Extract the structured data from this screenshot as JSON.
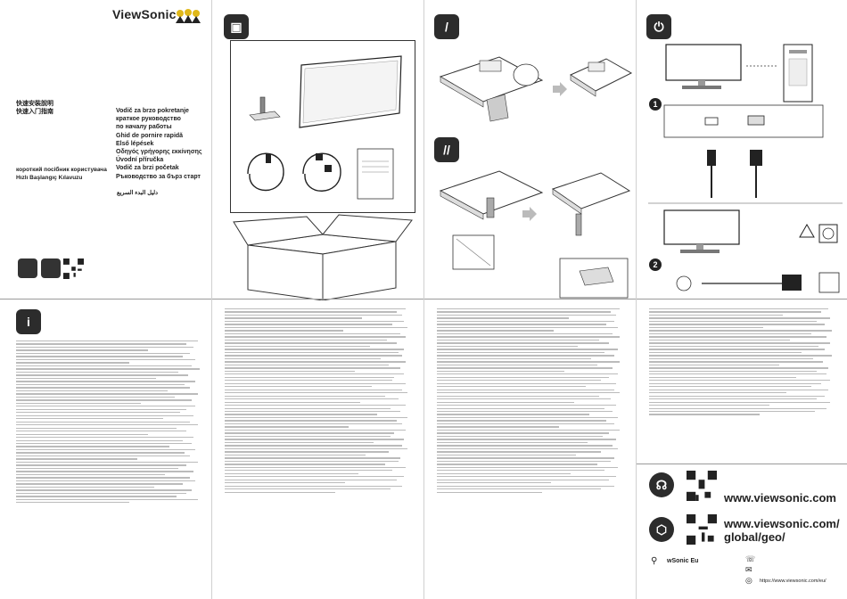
{
  "brand": {
    "name": "ViewSonic"
  },
  "titles_left": [
    "快速安裝說明",
    "快速入门指南"
  ],
  "titles_right": [
    "Vodič za brzo pokretanje",
    "краткое руководство",
    "по началу работы",
    "Ghid de pornire rapidă",
    "Első lépések",
    "Οδηγός γρήγορης εκκίνησης",
    "Úvodní příručka",
    "Vodič za brzi početak",
    "Ръководство за бърз старт"
  ],
  "titles_block2": [
    "короткий посібник користувача",
    "Hızlı Başlangıç Kılavuzu"
  ],
  "title_arabic": "دليل البدء السريع",
  "info_icon": "i",
  "connect_numbers": [
    "1",
    "2"
  ],
  "website": {
    "main": "www.viewsonic.com",
    "geo_line1": "www.viewsonic.com/",
    "geo_line2": "global/geo/"
  },
  "social": {
    "handle": "wSonic Eu"
  },
  "footer_url": "https://www.viewsonic.com/eu/"
}
